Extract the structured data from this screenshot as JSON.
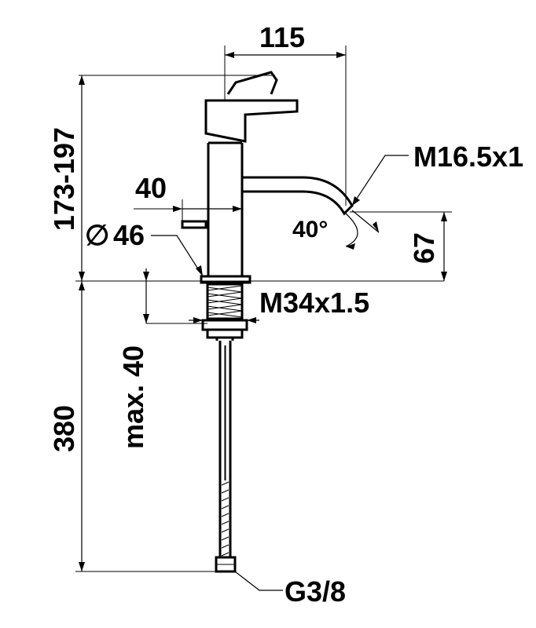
{
  "dimensions": {
    "spout_reach": "115",
    "height_range": "173-197",
    "pop_up_offset": "40",
    "base_diameter_symbol": "∅",
    "base_diameter": "46",
    "spout_thread": "M16.5x1",
    "spout_angle": "40°",
    "spout_outlet_height": "67",
    "shank_thread": "M34x1.5",
    "max_deck_thickness": "max. 40",
    "hose_length": "380",
    "hose_connection": "G3/8"
  }
}
